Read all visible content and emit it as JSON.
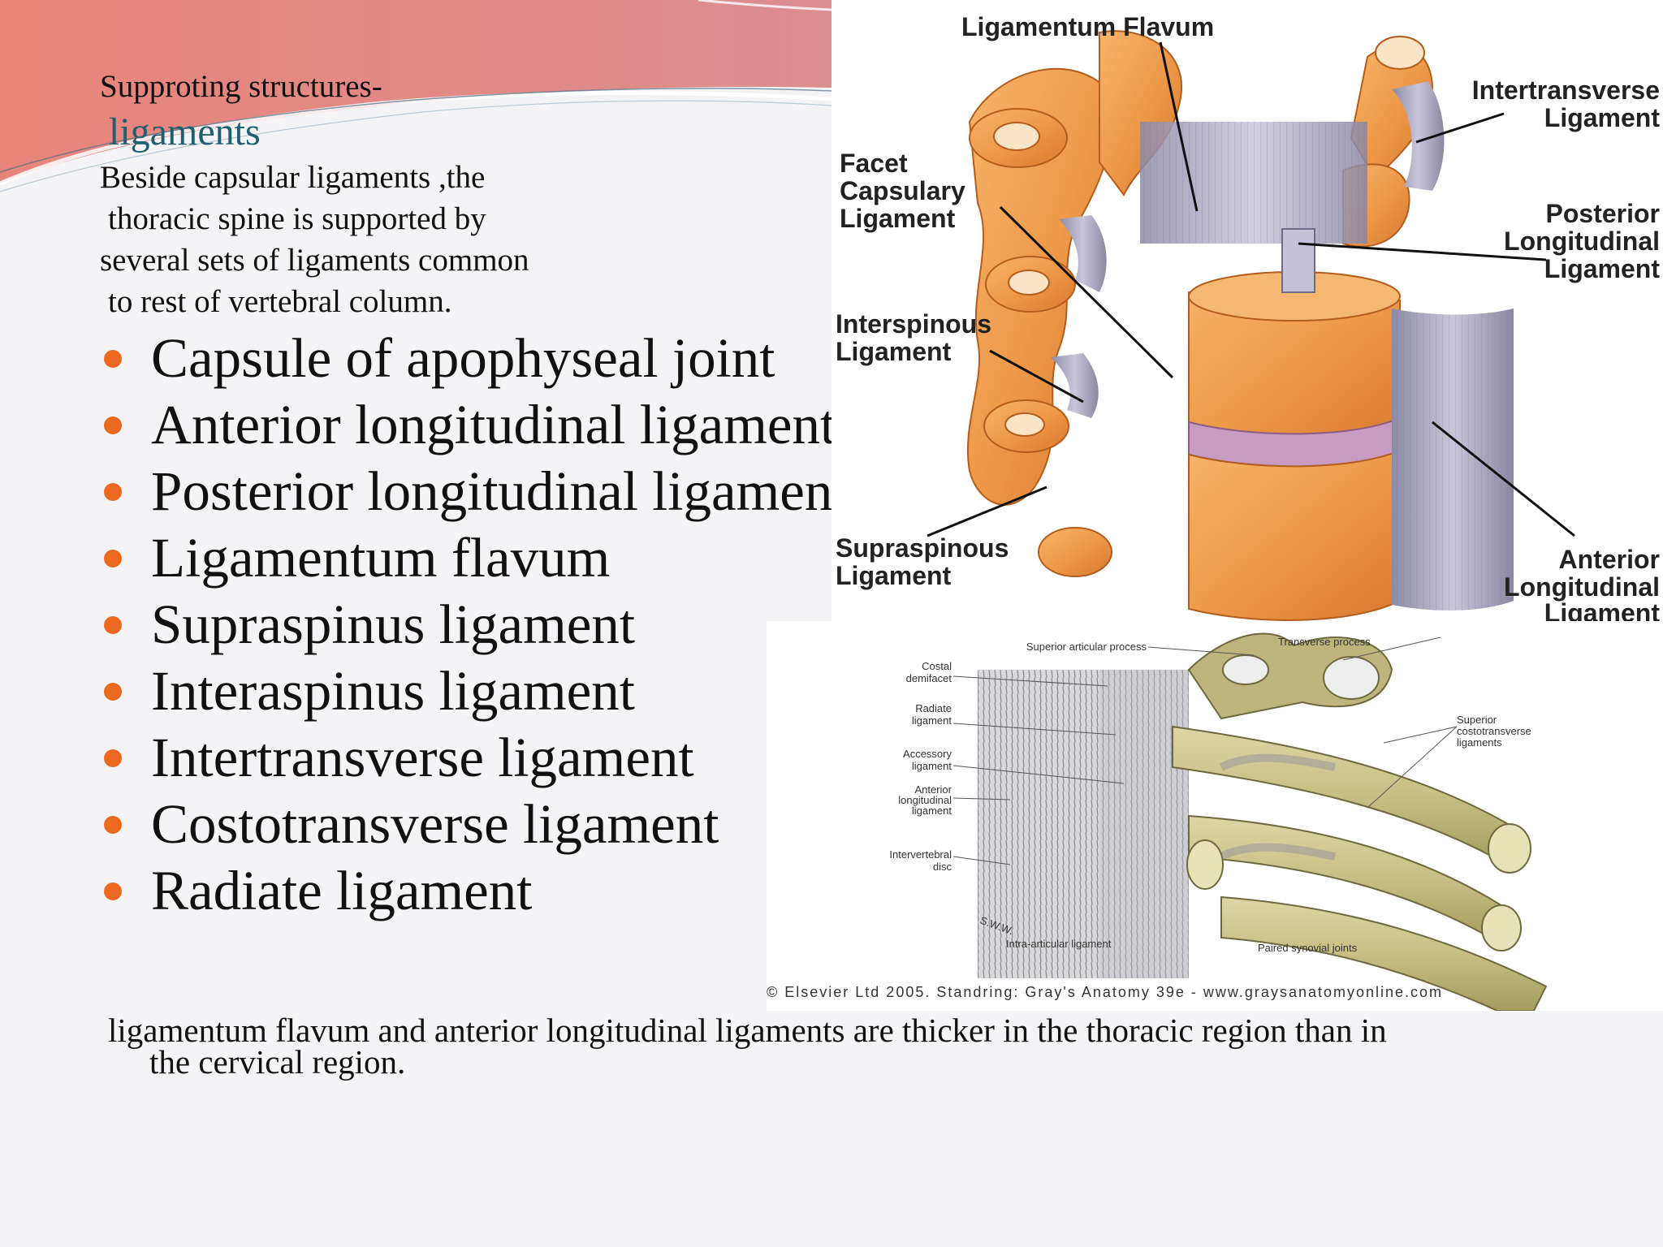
{
  "heading": {
    "line1": "Supproting structures-",
    "line2": "ligaments"
  },
  "intro": [
    "Beside capsular ligaments ,the",
    " thoracic spine is supported by",
    "several sets of ligaments common",
    " to rest of vertebral column."
  ],
  "bullets": [
    "Capsule of  apophyseal joint",
    "Anterior  longitudinal ligament",
    "Posterior longitudinal ligament",
    "Ligamentum flavum",
    "Supraspinus ligament",
    "Interaspinus ligament",
    "Intertransverse ligament",
    "Costotransverse ligament",
    "Radiate ligament"
  ],
  "figure_top": {
    "labels": {
      "ligamentum_flavum": "Ligamentum Flavum",
      "intertransverse_1": "Intertransverse",
      "intertransverse_2": "Ligament",
      "facet_1": "Facet",
      "facet_2": "Capsulary",
      "facet_3": "Ligament",
      "posterior_1": "Posterior",
      "posterior_2": "Longitudinal",
      "posterior_3": "Ligament",
      "interspinous_1": "Interspinous",
      "interspinous_2": "Ligament",
      "supraspinous_1": "Supraspinous",
      "supraspinous_2": "Ligament",
      "anterior_1": "Anterior",
      "anterior_2": "Longitudinal",
      "anterior_3": "Ligament"
    }
  },
  "figure_bottom": {
    "labels": {
      "superior_articular": "Superior articular process",
      "transverse_process": "Transverse process",
      "costal_1": "Costal",
      "costal_2": "demifacet",
      "radiate_1": "Radiate",
      "radiate_2": "ligament",
      "accessory_1": "Accessory",
      "accessory_2": "ligament",
      "anterior_1": "Anterior",
      "anterior_2": "longitudinal",
      "anterior_3": "ligament",
      "intervertebral_1": "Intervertebral",
      "intervertebral_2": "disc",
      "intra_articular": "Intra-articular ligament",
      "paired_synovial": "Paired synovial joints",
      "superior_ct_1": "Superior",
      "superior_ct_2": "costotransverse",
      "superior_ct_3": "ligaments",
      "artist": "S.W.W."
    },
    "copyright": "© Elsevier Ltd 2005. Standring: Gray's Anatomy 39e - www.graysanatomyonline.com"
  },
  "footnote": {
    "line1": "ligamentum flavum and anterior longitudinal ligaments are thicker in the thoracic region than in",
    "line2": "the cervical region."
  },
  "colors": {
    "bullet": "#ec6a1f",
    "accent_heading": "#1f5f73",
    "banner_coral": "#e57f7a",
    "banner_pink": "#df8f8d"
  }
}
